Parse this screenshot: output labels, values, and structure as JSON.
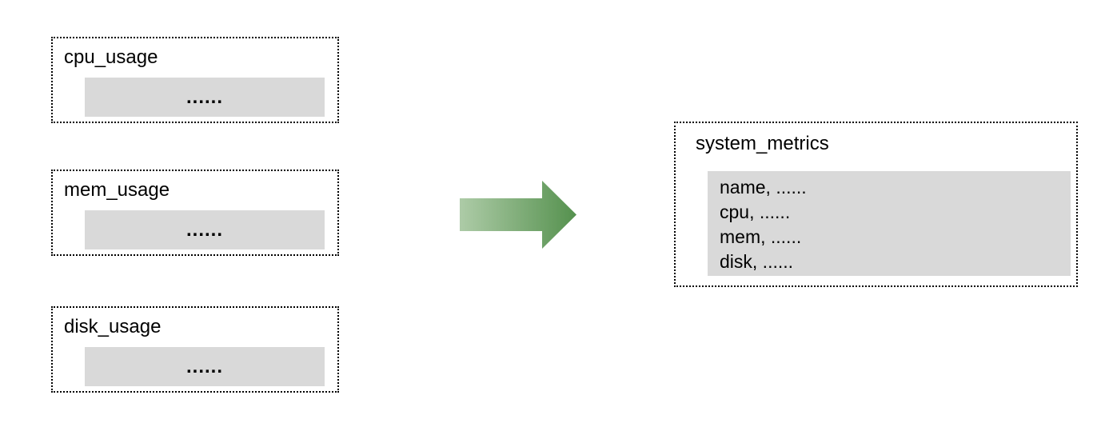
{
  "diagram": {
    "source_tables": [
      {
        "title": "cpu_usage",
        "body": "......"
      },
      {
        "title": "mem_usage",
        "body": "......"
      },
      {
        "title": "disk_usage",
        "body": "......"
      }
    ],
    "arrow": {
      "icon": "right-arrow-icon",
      "color_start": "#adcba7",
      "color_end": "#55914e"
    },
    "result_table": {
      "title": "system_metrics",
      "rows": [
        "name, ......",
        "cpu, ......",
        "mem, ......",
        "disk, ......"
      ]
    },
    "colors": {
      "box_fill": "#d9d9d9",
      "border": "#000000",
      "background": "#ffffff"
    }
  }
}
